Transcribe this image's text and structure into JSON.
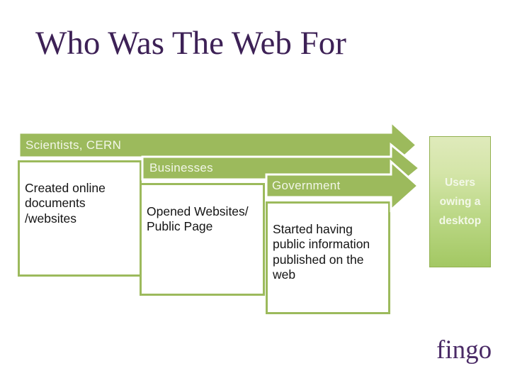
{
  "slide": {
    "title": "Who Was The Web For"
  },
  "diagram": {
    "stages": [
      {
        "label": "Scientists, CERN",
        "body": "Created online\ndocuments\n/websites"
      },
      {
        "label": "Businesses",
        "body": "Opened Websites/\nPublic Page"
      },
      {
        "label": "Government",
        "body": "Started having\npublic information\npublished on the\nweb"
      }
    ],
    "end_node": {
      "label": "Users\nowing a\ndesktop"
    },
    "colors": {
      "bar_green": "#9cba5c",
      "box_border_green": "#9cba5c",
      "bar_label_text": "#f2f6e8",
      "body_text": "#141414",
      "end_node_gradient_top": "#dfeabb",
      "end_node_gradient_bottom": "#a3c863",
      "title_purple": "#3d2156",
      "logo_purple": "#4a2a66"
    }
  },
  "footer": {
    "logo_text": "fingo"
  }
}
